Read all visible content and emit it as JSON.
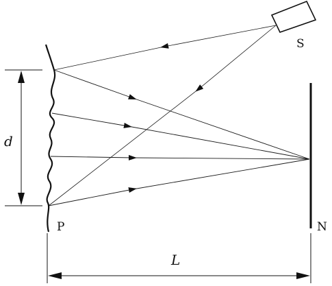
{
  "labels": {
    "source": "S",
    "wall": "P",
    "screen": "N",
    "separation": "d",
    "distance": "L"
  }
}
